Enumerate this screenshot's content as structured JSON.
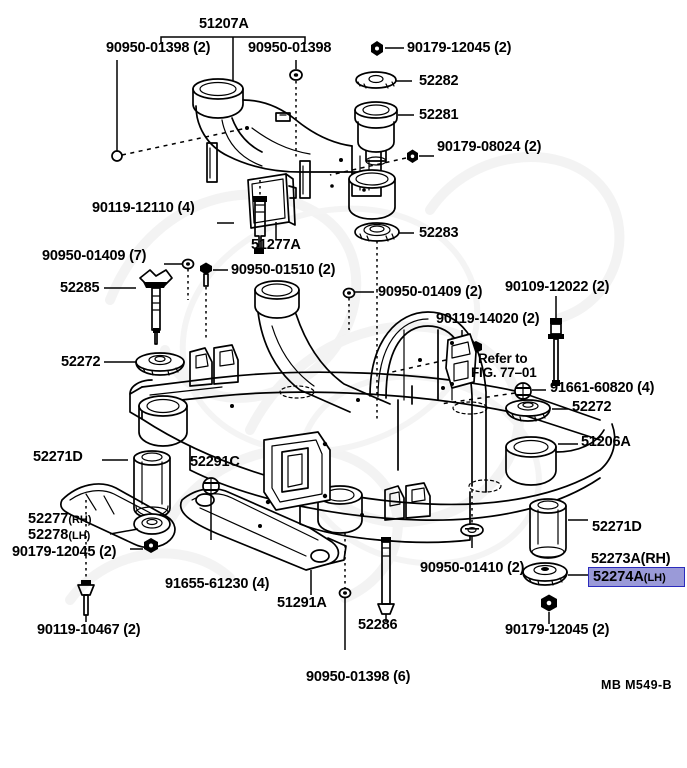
{
  "diagram": {
    "drawing_code": "MB M549-B",
    "refer_note_line1": "Refer to",
    "refer_note_line2": "FIG. 77–01",
    "highlight_color": "#9a9ad8",
    "highlight_border_color": "#2b2bbd"
  },
  "labels": {
    "l51207A": "51207A",
    "l90950_01398_2": "90950-01398 (2)",
    "l90950_01398": "90950-01398",
    "l90179_12045_2_top": "90179-12045 (2)",
    "l52282": "52282",
    "l52281": "52281",
    "l90179_08024_2": "90179-08024 (2)",
    "l90119_12110_4": "90119-12110 (4)",
    "l51277A": "51277A",
    "l52283": "52283",
    "l90950_01409_7": "90950-01409 (7)",
    "l52285": "52285",
    "l90950_01510_2": "90950-01510 (2)",
    "l90950_01409_2": "90950-01409 (2)",
    "l90109_12022_2": "90109-12022 (2)",
    "l90119_14020_2": "90119-14020 (2)",
    "l52272_left": "52272",
    "l91661_60820_4": "91661-60820 (4)",
    "l52272_right": "52272",
    "l51206A": "51206A",
    "l52271D_left": "52271D",
    "l52291C": "52291C",
    "l52271D_right": "52271D",
    "l52277_num": "52277",
    "l52277_sfx": "(RH)",
    "l52278_num": "52278",
    "l52278_sfx": "(LH)",
    "l90179_12045_2_left": "90179-12045 (2)",
    "l91655_61230_4": "91655-61230 (4)",
    "l51291A": "51291A",
    "l90119_10467_2": "90119-10467 (2)",
    "l52286": "52286",
    "l90950_01398_6": "90950-01398 (6)",
    "l90950_01410_2": "90950-01410 (2)",
    "l52273A_num": "52273A",
    "l52273A_sfx": "(RH)",
    "l52274A_num": "52274A",
    "l52274A_sfx": "(LH)",
    "l90179_12045_2_bottom": "90179-12045 (2)"
  },
  "selected_part": {
    "number": "52274A",
    "side": "(LH)",
    "paired_number": "52273A",
    "paired_side": "(RH)"
  },
  "part_callouts": [
    {
      "number": "51207A",
      "qty": null,
      "group": "crossmember-front"
    },
    {
      "number": "90950-01398",
      "qty": 2,
      "group": "clip"
    },
    {
      "number": "90950-01398",
      "qty": null,
      "group": "clip"
    },
    {
      "number": "90179-12045",
      "qty": 2,
      "group": "nut"
    },
    {
      "number": "52282",
      "qty": null,
      "group": "washer"
    },
    {
      "number": "52281",
      "qty": null,
      "group": "cushion"
    },
    {
      "number": "90179-08024",
      "qty": 2,
      "group": "nut"
    },
    {
      "number": "90119-12110",
      "qty": 4,
      "group": "bolt"
    },
    {
      "number": "51277A",
      "qty": null,
      "group": "bracket"
    },
    {
      "number": "52283",
      "qty": null,
      "group": "retainer"
    },
    {
      "number": "90950-01409",
      "qty": 7,
      "group": "clip"
    },
    {
      "number": "52285",
      "qty": null,
      "group": "stopper"
    },
    {
      "number": "90950-01510",
      "qty": 2,
      "group": "clip"
    },
    {
      "number": "90950-01409",
      "qty": 2,
      "group": "clip"
    },
    {
      "number": "90109-12022",
      "qty": 2,
      "group": "bolt"
    },
    {
      "number": "90119-14020",
      "qty": 2,
      "group": "bolt"
    },
    {
      "number": "52272",
      "qty": null,
      "group": "cushion"
    },
    {
      "number": "91661-60820",
      "qty": 4,
      "group": "bolt"
    },
    {
      "number": "52272",
      "qty": null,
      "group": "cushion"
    },
    {
      "number": "51206A",
      "qty": null,
      "group": "crossmember-rear"
    },
    {
      "number": "52271D",
      "qty": null,
      "group": "cushion"
    },
    {
      "number": "52291C",
      "qty": null,
      "group": "plate"
    },
    {
      "number": "52271D",
      "qty": null,
      "group": "cushion"
    },
    {
      "number": "52277",
      "qty": null,
      "side": "(RH)",
      "group": "support"
    },
    {
      "number": "52278",
      "qty": null,
      "side": "(LH)",
      "group": "support"
    },
    {
      "number": "90179-12045",
      "qty": 2,
      "group": "nut"
    },
    {
      "number": "91655-61230",
      "qty": 4,
      "group": "bolt"
    },
    {
      "number": "51291A",
      "qty": null,
      "group": "member"
    },
    {
      "number": "90119-10467",
      "qty": 2,
      "group": "bolt"
    },
    {
      "number": "52286",
      "qty": null,
      "group": "bolt"
    },
    {
      "number": "90950-01398",
      "qty": 6,
      "group": "clip"
    },
    {
      "number": "90950-01410",
      "qty": 2,
      "group": "clip"
    },
    {
      "number": "52273A",
      "qty": null,
      "side": "(RH)",
      "group": "cushion"
    },
    {
      "number": "52274A",
      "qty": null,
      "side": "(LH)",
      "group": "cushion"
    },
    {
      "number": "90179-12045",
      "qty": 2,
      "group": "nut"
    }
  ]
}
